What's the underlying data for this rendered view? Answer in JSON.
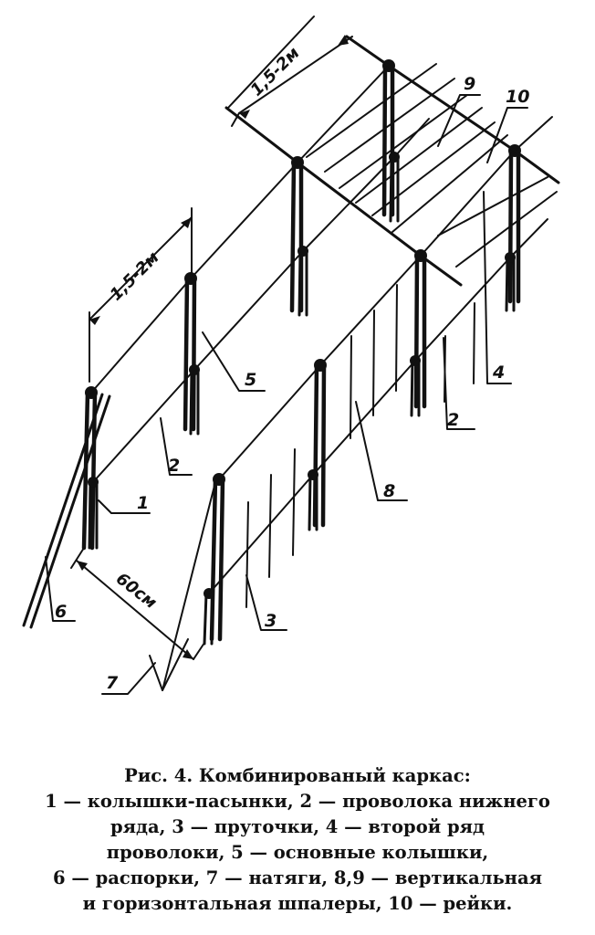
{
  "figure": {
    "dimensions": {
      "top_spacing": "1,5-2м",
      "mid_spacing": "1,5-2м",
      "width": "60см"
    },
    "callouts": [
      "1",
      "2",
      "2",
      "3",
      "4",
      "5",
      "6",
      "7",
      "8",
      "9",
      "10"
    ]
  },
  "caption": {
    "line1": "Рис. 4. Комбинированый каркас:",
    "line2": "1 — колышки-пасынки, 2 — проволока нижнего",
    "line3": "ряда, 3 — пруточки, 4 — второй ряд",
    "line4": "проволоки, 5 — основные колышки,",
    "line5": "6 — распорки, 7 — натяги, 8,9 — вертикальная",
    "line6": "и горизонтальная шпалеры, 10 — рейки."
  }
}
